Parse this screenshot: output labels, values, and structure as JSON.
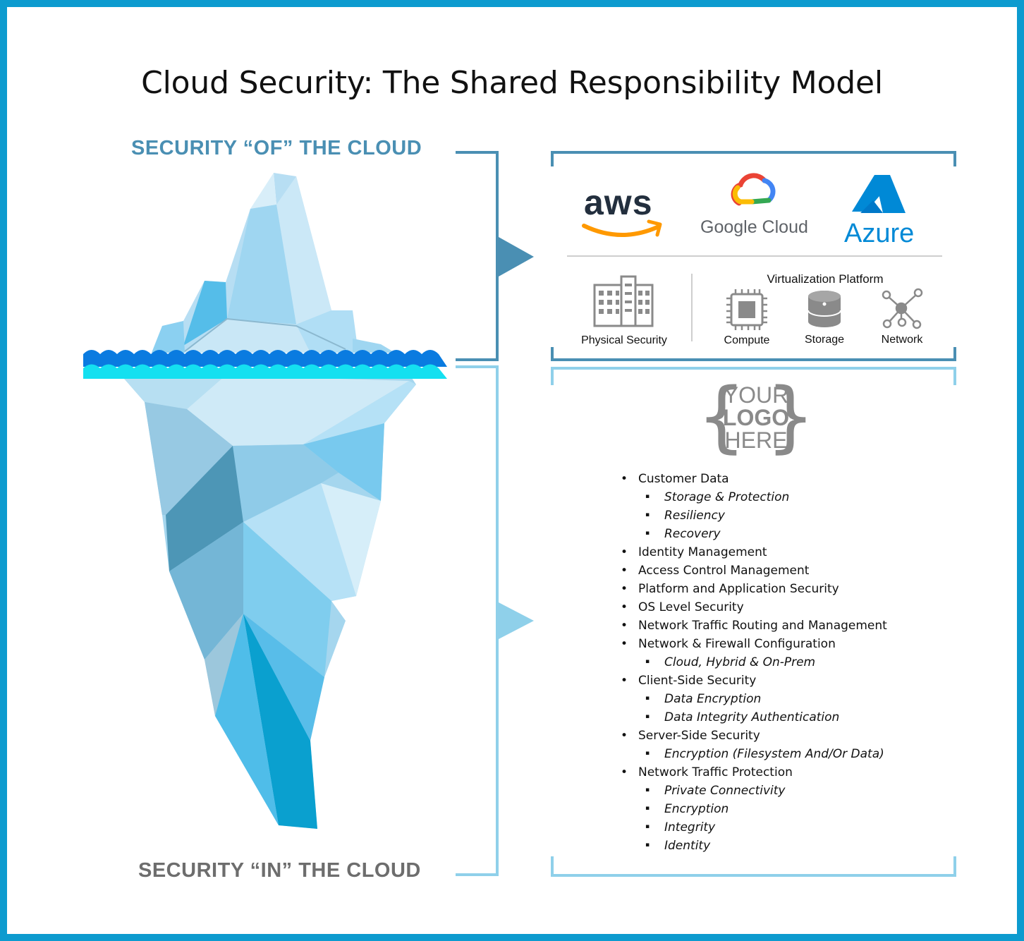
{
  "title": "Cloud Security: The Shared Responsibility Model",
  "label_of": "SECURITY “OF” THE CLOUD",
  "label_in": "SECURITY “IN” THE CLOUD",
  "providers": {
    "aws": "aws",
    "google": "Google Cloud",
    "azure": "Azure"
  },
  "infra": {
    "physical": "Physical Security",
    "virtualization_title": "Virtualization Platform",
    "compute": "Compute",
    "storage": "Storage",
    "network": "Network"
  },
  "logo_placeholder": {
    "line1": "YOUR",
    "line2": "LOGO",
    "line3": "HERE"
  },
  "responsibilities": [
    {
      "text": "Customer Data",
      "sub": [
        "Storage & Protection",
        "Resiliency",
        "Recovery"
      ]
    },
    {
      "text": "Identity Management",
      "sub": []
    },
    {
      "text": "Access Control Management",
      "sub": []
    },
    {
      "text": "Platform and Application Security",
      "sub": []
    },
    {
      "text": "OS Level Security",
      "sub": []
    },
    {
      "text": "Network Traffic Routing and Management",
      "sub": []
    },
    {
      "text": "Network & Firewall Configuration",
      "sub": [
        "Cloud, Hybrid & On-Prem"
      ]
    },
    {
      "text": "Client-Side Security",
      "sub": [
        "Data Encryption",
        "Data Integrity Authentication"
      ]
    },
    {
      "text": "Server-Side Security",
      "sub": [
        "Encryption (Filesystem And/Or Data)"
      ]
    },
    {
      "text": "Network Traffic Protection",
      "sub": [
        "Private Connectivity",
        "Encryption",
        "Integrity",
        "Identity"
      ]
    }
  ],
  "colors": {
    "frame": "#0d9bcf",
    "of_label": "#4a8fb3",
    "in_label": "#6d6d6d",
    "bracket_of": "#4a8fb3",
    "bracket_in": "#8fd0ea"
  }
}
